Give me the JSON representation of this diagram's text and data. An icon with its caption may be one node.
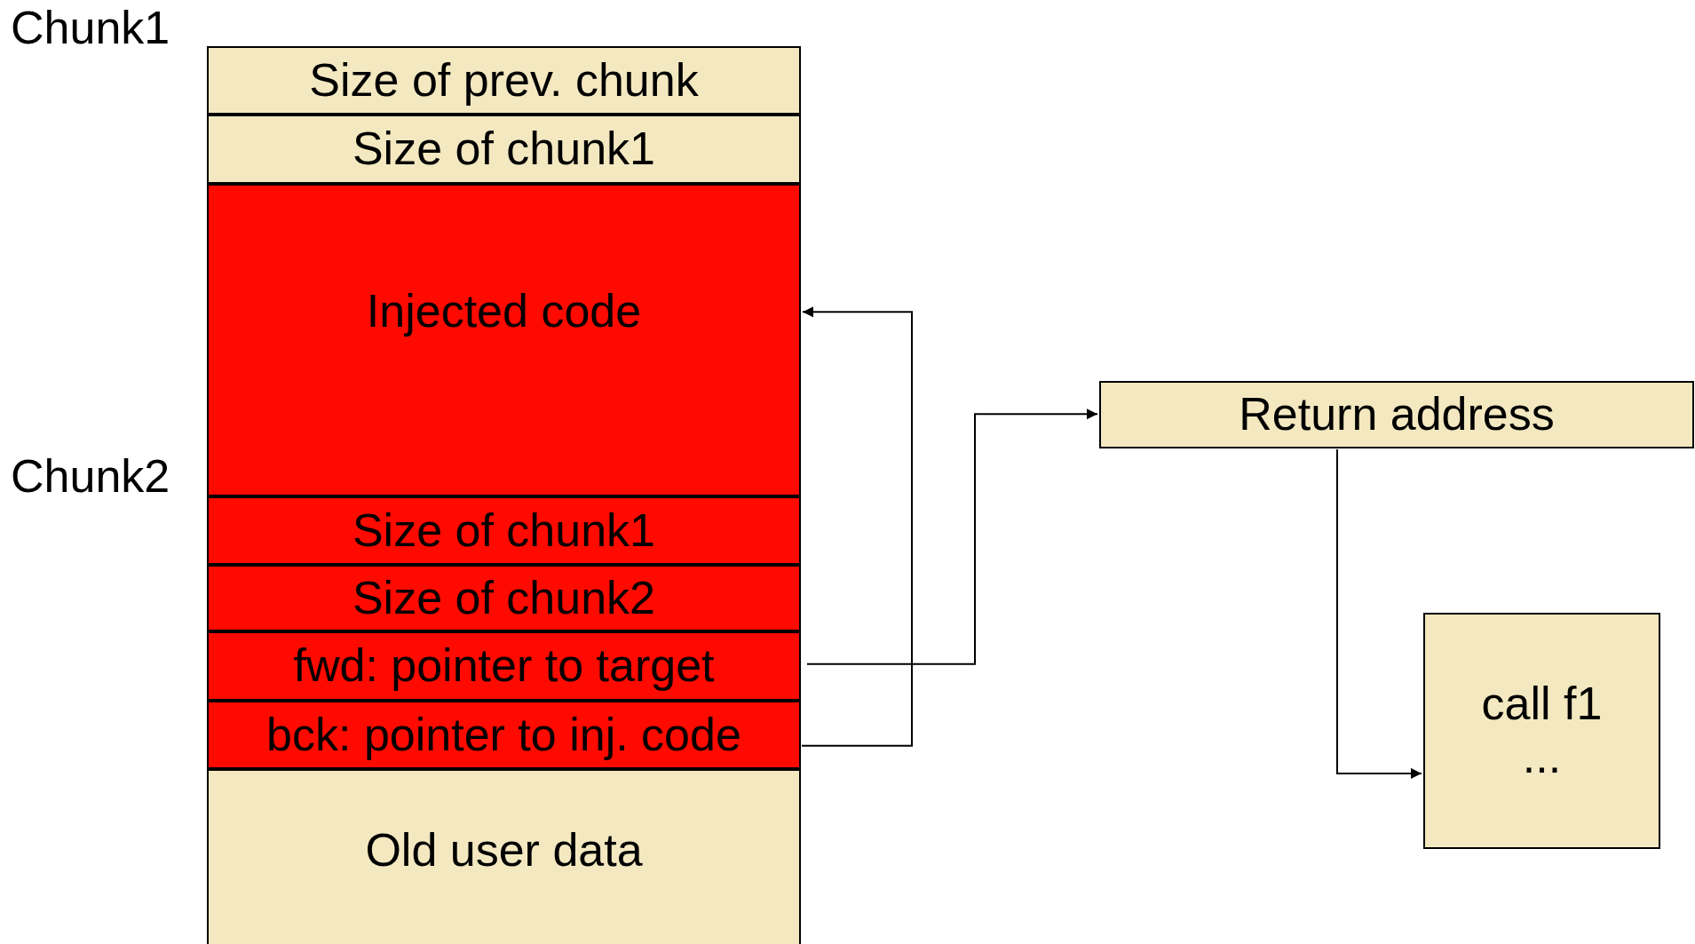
{
  "diagram": {
    "nodes": [
      {
        "text": [
          "Size of prev. chunk"
        ]
      },
      {
        "text": [
          "Size of chunk1"
        ]
      },
      {
        "text": [
          "Injected code"
        ]
      },
      {
        "text": [
          "Size of chunk1"
        ]
      },
      {
        "text": [
          "Size of chunk2"
        ]
      },
      {
        "text": [
          "fwd: pointer to target"
        ]
      },
      {
        "text": [
          "bck: pointer to inj. code"
        ]
      },
      {
        "text": [
          "Old user data"
        ]
      },
      {
        "text": [
          "Return address"
        ]
      },
      {
        "text": [
          "call f1",
          "..."
        ]
      }
    ],
    "edges": [
      {
        "from": 6,
        "to": 2,
        "arrow": "to"
      },
      {
        "from": 5,
        "to": 8,
        "arrow": "to"
      },
      {
        "from": 8,
        "to": 9,
        "arrow": "to"
      }
    ],
    "labels": [
      "Chunk1",
      "Chunk2"
    ]
  }
}
